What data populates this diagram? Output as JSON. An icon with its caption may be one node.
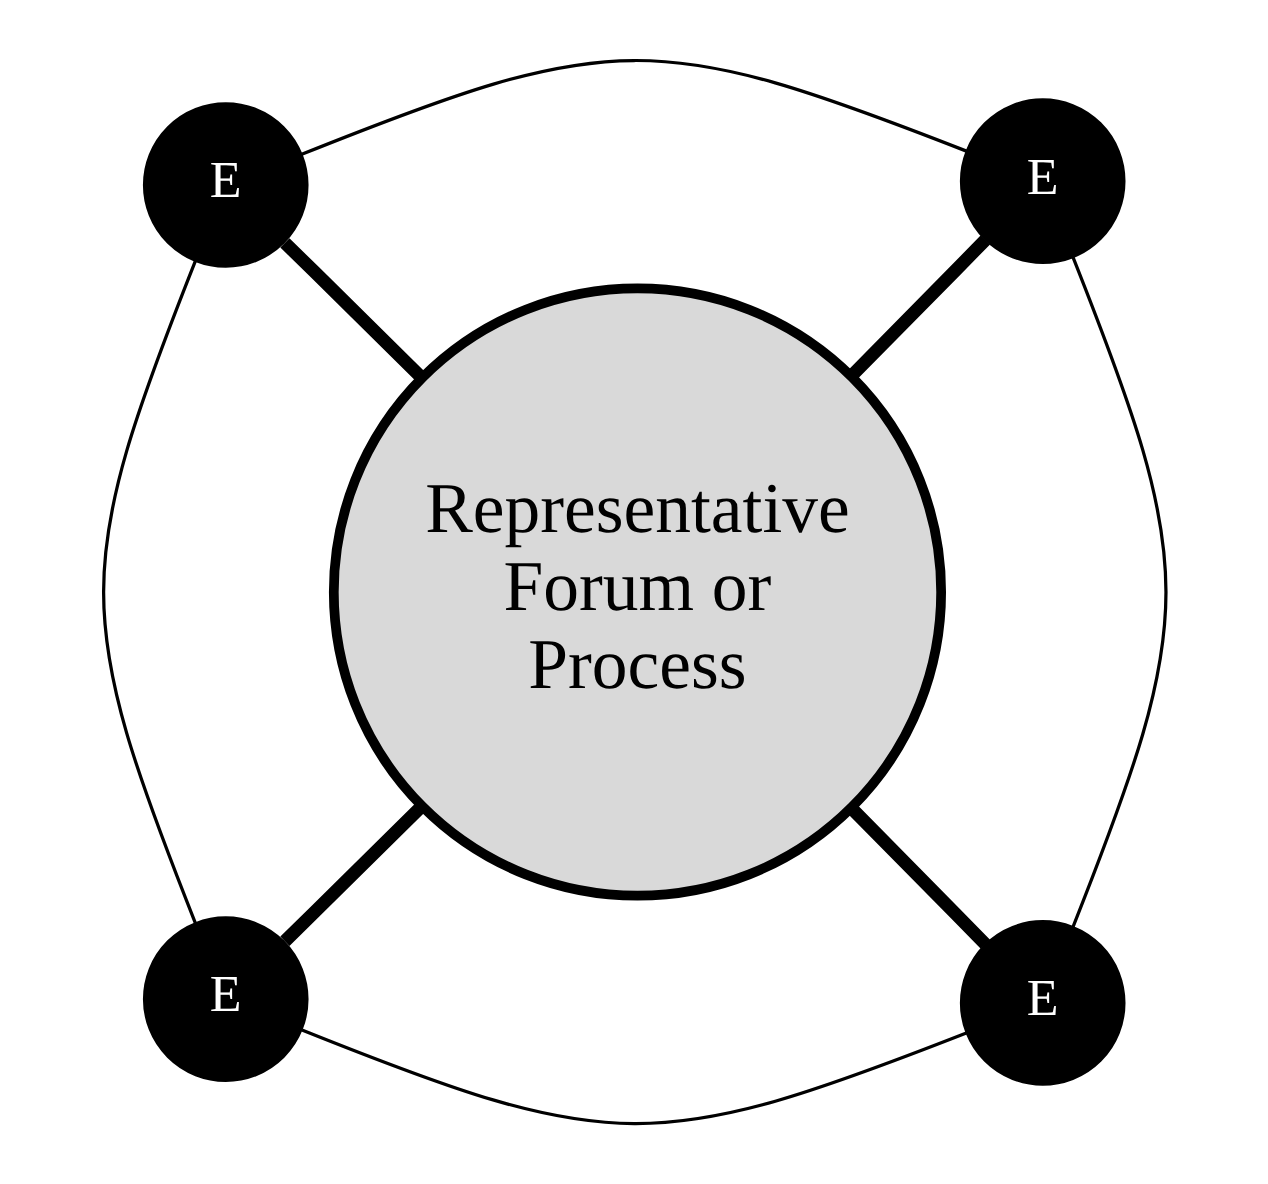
{
  "diagram": {
    "nodes": [
      {
        "text": [
          "Representative Forum or Process"
        ]
      },
      {
        "text": [
          "E"
        ]
      },
      {
        "text": [
          "E"
        ]
      },
      {
        "text": [
          "E"
        ]
      },
      {
        "text": [
          "E"
        ]
      }
    ],
    "edges": [
      {
        "from": 0,
        "to": 1,
        "arrow": "none",
        "style": "thick"
      },
      {
        "from": 0,
        "to": 2,
        "arrow": "none",
        "style": "thick"
      },
      {
        "from": 0,
        "to": 3,
        "arrow": "none",
        "style": "thick"
      },
      {
        "from": 0,
        "to": 4,
        "arrow": "none",
        "style": "thick"
      },
      {
        "from": 1,
        "to": 3,
        "arrow": "none"
      },
      {
        "from": 3,
        "to": 4,
        "arrow": "none"
      },
      {
        "from": 4,
        "to": 2,
        "arrow": "none"
      },
      {
        "from": 2,
        "to": 1,
        "arrow": "none"
      }
    ]
  }
}
